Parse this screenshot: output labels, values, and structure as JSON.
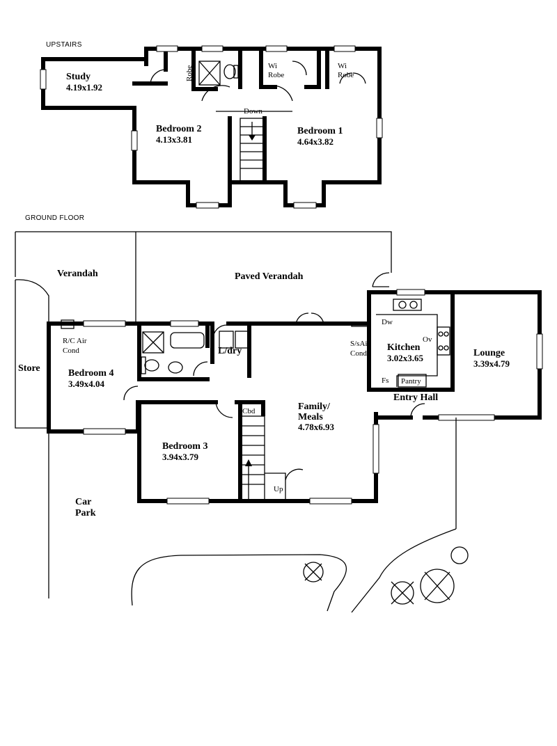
{
  "sections": {
    "upstairs": "UPSTAIRS",
    "ground_floor": "GROUND FLOOR"
  },
  "upstairs": {
    "study": {
      "name": "Study",
      "size": "4.19x1.92"
    },
    "bedroom2": {
      "name": "Bedroom 2",
      "size": "4.13x3.81"
    },
    "bedroom1": {
      "name": "Bedroom 1",
      "size": "4.64x3.82"
    },
    "robe": "Robe",
    "wi_robe_1": {
      "line1": "Wi",
      "line2": "Robe"
    },
    "wi_robe_2": {
      "line1": "Wi",
      "line2": "Robe"
    },
    "stairs_down": "Down"
  },
  "ground": {
    "verandah": "Verandah",
    "paved_verandah": "Paved Verandah",
    "store": "Store",
    "rc_air": {
      "line1": "R/C Air",
      "line2": "Cond"
    },
    "bedroom4": {
      "name": "Bedroom 4",
      "size": "3.49x4.04"
    },
    "ldry": "L/dry",
    "ss_air": {
      "line1": "S/sAir",
      "line2": "Cond"
    },
    "kitchen": {
      "name": "Kitchen",
      "size": "3.02x3.65"
    },
    "dw": "Dw",
    "ov": "Ov",
    "fs": "Fs",
    "pantry": "Pantry",
    "lounge": {
      "name": "Lounge",
      "size": "3.39x4.79"
    },
    "entry_hall": "Entry Hall",
    "family": {
      "line1": "Family/",
      "line2": "Meals",
      "size": "4.78x6.93"
    },
    "cbd": "Cbd",
    "bedroom3": {
      "name": "Bedroom 3",
      "size": "3.94x3.79"
    },
    "stairs_up": "Up",
    "car_park": {
      "line1": "Car",
      "line2": "Park"
    }
  }
}
